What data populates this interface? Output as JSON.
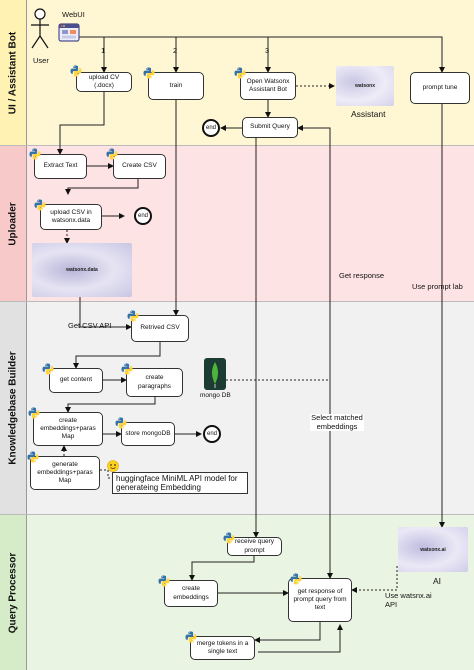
{
  "lanes": [
    {
      "title": "UI / Assistant Bot"
    },
    {
      "title": "Uploader"
    },
    {
      "title": "Knowledgebase Builder"
    },
    {
      "title": "Query Processor"
    }
  ],
  "actors": {
    "user": "User",
    "webui": "WebUI"
  },
  "steps": {
    "one": "1",
    "two": "2",
    "three": "3"
  },
  "nodes": {
    "upload_cv": "upload CV (.docx)",
    "train": "train",
    "open_watsonx": "Open Watsonx Assistant Bot",
    "prompt_tune": "prompt tune",
    "submit_query": "Submit Query",
    "end": "end",
    "extract_text": "Extract Text",
    "create_csv": "Create CSV",
    "upload_csv": "upload CSV in watsonx.data",
    "retrived_csv": "Retrived CSV",
    "get_content": "get content",
    "create_paragraphs": "create paragraphs",
    "create_embeddings_map": "create embeddings+paras Map",
    "store_mongodb": "store mongoDB",
    "generate_embeddings_map": "generate embeddings+paras Map",
    "receive_query": "receive query prompt",
    "create_embeddings": "create embeddings",
    "get_response": "get response of prompt query from text",
    "merge_tokens": "merge tokens in a single text"
  },
  "labels": {
    "assistant": "Assistant",
    "get_csv_api": "Get CSV API",
    "get_response": "Get response",
    "use_prompt_lab": "Use prompt lab",
    "select_embeddings": "Select matched embeddings",
    "use_watsonx_api": "Use watsnx.ai API",
    "ai": "AI",
    "mongodb": "mongo DB",
    "hf_note": "huggingface MiniML API model for generateing Embedding"
  },
  "logos": {
    "watsonx": "watsonx",
    "watsonx_data": "watsonx.data",
    "watsonx_ai": "watsonx.ai"
  },
  "icons": [
    "user-icon",
    "webui-icon",
    "python-icon",
    "mongodb-icon",
    "hugging-face-icon"
  ]
}
